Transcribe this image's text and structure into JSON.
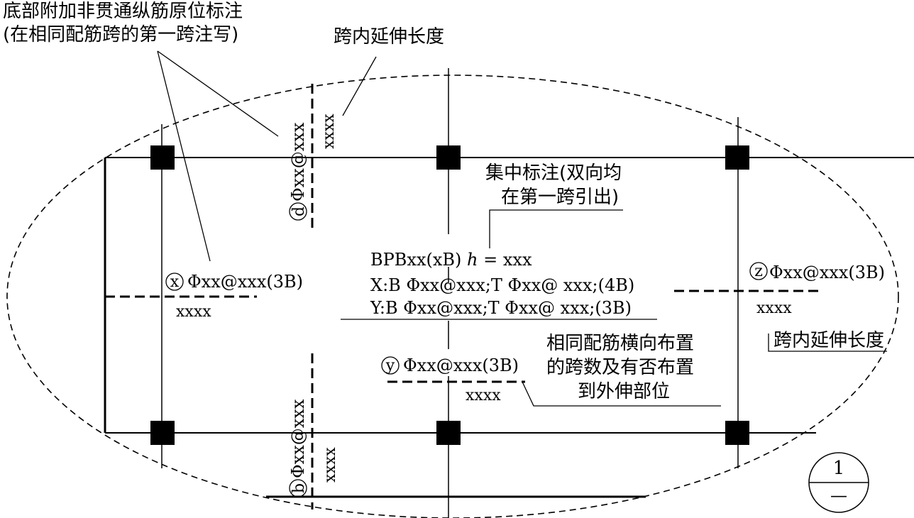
{
  "callouts": {
    "bottom_extra_title": "底部附加非贯通纵筋原位标注",
    "bottom_extra_sub": "(在相同配筋跨的第一跨注写)",
    "span_ext_top": "跨内延伸长度",
    "span_ext_right": "跨内延伸长度",
    "centralized_line1": "集中标注(双向均",
    "centralized_line2": "在第一跨引出)",
    "same_line1": "相同配筋横向布置",
    "same_line2": "的跨数及有否布置",
    "same_line3": "到外伸部位"
  },
  "central_annotation": {
    "header_prefix": "BPBxx(xB) ",
    "header_h": "h",
    "header_suffix": " = xxx",
    "x_line": "X:B Φxx@xxx;T Φxx@ xxx;(4B)",
    "y_line": "Y:B Φxx@xxx;T Φxx@ xxx;(3B)"
  },
  "rebars": {
    "d": {
      "marker": "d",
      "spec": "Φxx@xxx",
      "length": "xxxx"
    },
    "b": {
      "marker": "b",
      "spec": "Φxx@xxx",
      "length": "xxxx"
    },
    "x": {
      "marker": "x",
      "spec": "Φxx@xxx(3B)",
      "length": "xxxx"
    },
    "y": {
      "marker": "y",
      "spec": "Φxx@xxx(3B)",
      "length": "xxxx"
    },
    "z": {
      "marker": "z",
      "spec": "Φxx@xxx(3B)",
      "length": "xxxx"
    }
  },
  "section_mark": {
    "number": "1",
    "sheet": "—"
  }
}
